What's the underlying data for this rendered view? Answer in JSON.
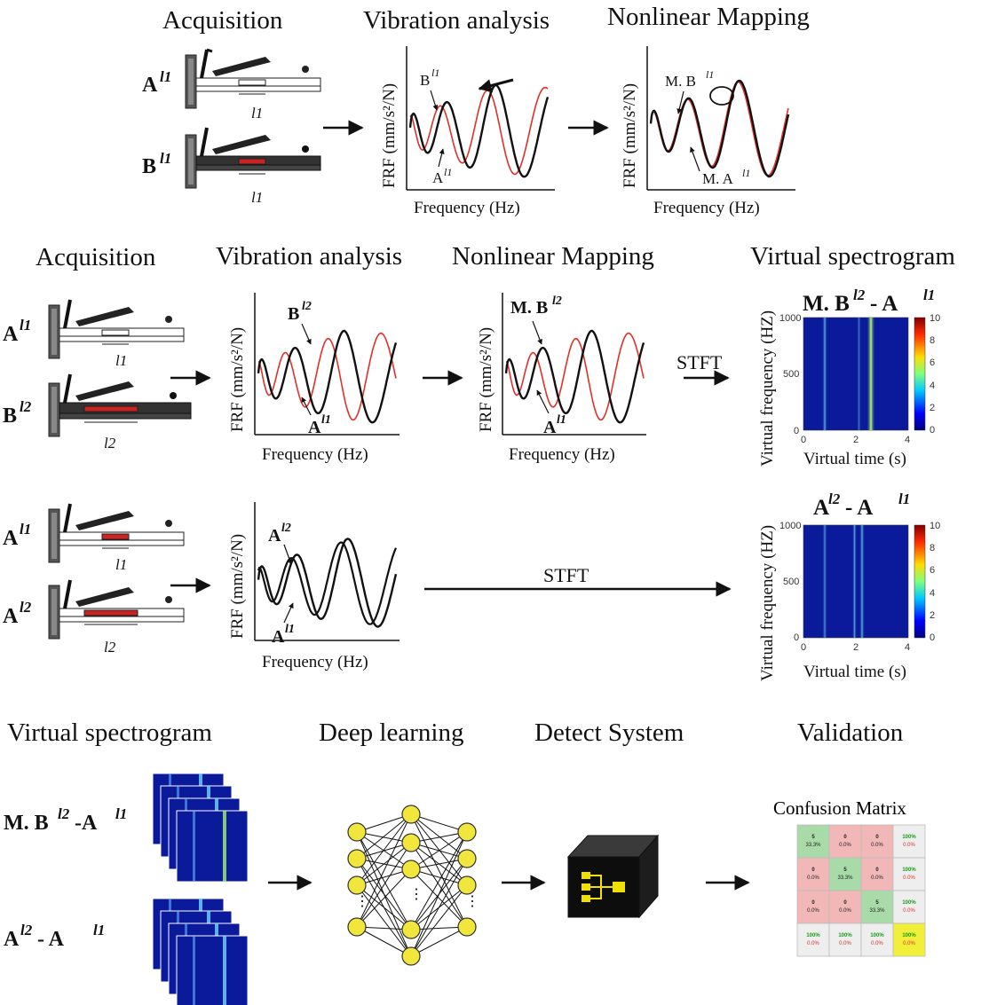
{
  "row1": {
    "stage_titles": [
      "Acquisition",
      "Vibration analysis",
      "Nonlinear Mapping"
    ],
    "samples": [
      {
        "label": "A",
        "sup": "l1",
        "dim": "l1"
      },
      {
        "label": "B",
        "sup": "l1",
        "dim": "l1"
      }
    ],
    "plot1": {
      "xlabel": "Frequency (Hz)",
      "ylabel": "FRF (mm/s²/N)",
      "label_a": "A",
      "label_a_sup": "l1",
      "label_b": "B",
      "label_b_sup": "l1"
    },
    "plot2": {
      "xlabel": "Frequency (Hz)",
      "ylabel": "FRF (mm/s²/N)",
      "label_a": "M. A",
      "label_a_sup": "l1",
      "label_b": "M. B",
      "label_b_sup": "l1"
    }
  },
  "row2": {
    "stage_titles": [
      "Acquisition",
      "Vibration analysis",
      "Nonlinear Mapping",
      "Virtual spectrogram"
    ],
    "samples": [
      {
        "label": "A",
        "sup": "l1",
        "dim": "l1"
      },
      {
        "label": "B",
        "sup": "l2",
        "dim": "l2"
      }
    ],
    "plot1": {
      "xlabel": "Frequency (Hz)",
      "ylabel": "FRF (mm/s²/N)",
      "label_a": "A",
      "label_a_sup": "l1",
      "label_b": "B",
      "label_b_sup": "l2"
    },
    "plot2": {
      "xlabel": "Frequency (Hz)",
      "ylabel": "FRF (mm/s²/N)",
      "label_a": "A",
      "label_a_sup": "l1",
      "label_b": "M. B",
      "label_b_sup": "l2"
    },
    "stft_label": "STFT",
    "spectrogram": {
      "title": "M. B",
      "title_sup": "l2",
      "title_mid": " - A",
      "title_sup2": "l1",
      "ylabel": "Virtual frequency (HZ)",
      "xlabel": "Virtual time (s)",
      "yticks": [
        "0",
        "500",
        "1000"
      ],
      "xticks": [
        "0",
        "2",
        "4"
      ],
      "cticks": [
        "0",
        "2",
        "4",
        "6",
        "8",
        "10"
      ]
    }
  },
  "row3": {
    "samples": [
      {
        "label": "A",
        "sup": "l1",
        "dim": "l1"
      },
      {
        "label": "A",
        "sup": "l2",
        "dim": "l2"
      }
    ],
    "plot1": {
      "xlabel": "Frequency (Hz)",
      "ylabel": "FRF (mm/s²/N)",
      "label_a": "A",
      "label_a_sup": "l1",
      "label_b": "A",
      "label_b_sup": "l2"
    },
    "stft_label": "STFT",
    "spectrogram": {
      "title": "A",
      "title_sup": "l2",
      "title_mid": " - A",
      "title_sup2": "l1",
      "ylabel": "Virtual frequency (HZ)",
      "xlabel": "Virtual time (s)",
      "yticks": [
        "0",
        "500",
        "1000"
      ],
      "xticks": [
        "0",
        "2",
        "4"
      ],
      "cticks": [
        "0",
        "2",
        "4",
        "6",
        "8",
        "10"
      ]
    }
  },
  "row4": {
    "stage_titles": [
      "Virtual spectrogram",
      "Deep learning",
      "Detect System",
      "Validation"
    ],
    "stack_labels": [
      {
        "a": "M. B",
        "sup": "l2",
        "b": " -A",
        "sup2": "l1"
      },
      {
        "a": "A",
        "sup": "l2",
        "b": " - A",
        "sup2": "l1"
      }
    ],
    "confusion": {
      "title": "Confusion Matrix",
      "cells": [
        [
          {
            "n": "5",
            "p": "33.3%",
            "c": "diag"
          },
          {
            "n": "0",
            "p": "0.0%",
            "c": "off"
          },
          {
            "n": "0",
            "p": "0.0%",
            "c": "off"
          },
          {
            "n": "100%",
            "p": "0.0%",
            "c": "sum"
          }
        ],
        [
          {
            "n": "0",
            "p": "0.0%",
            "c": "off"
          },
          {
            "n": "5",
            "p": "33.3%",
            "c": "diag"
          },
          {
            "n": "0",
            "p": "0.0%",
            "c": "off"
          },
          {
            "n": "100%",
            "p": "0.0%",
            "c": "sum"
          }
        ],
        [
          {
            "n": "0",
            "p": "0.0%",
            "c": "off"
          },
          {
            "n": "0",
            "p": "0.0%",
            "c": "off"
          },
          {
            "n": "5",
            "p": "33.3%",
            "c": "diag"
          },
          {
            "n": "100%",
            "p": "0.0%",
            "c": "sum"
          }
        ],
        [
          {
            "n": "100%",
            "p": "0.0%",
            "c": "sum"
          },
          {
            "n": "100%",
            "p": "0.0%",
            "c": "sum"
          },
          {
            "n": "100%",
            "p": "0.0%",
            "c": "sum"
          },
          {
            "n": "100%",
            "p": "0.0%",
            "c": "total"
          }
        ]
      ]
    }
  },
  "colors": {
    "black_curve": "#111111",
    "red_curve": "#e0302a",
    "diag": "#a8dba8",
    "off": "#f2b8b8",
    "sum": "#eeeeee",
    "total": "#f2ef3a",
    "node": "#f0e63c",
    "spec_bg": "#0a1a9a"
  }
}
